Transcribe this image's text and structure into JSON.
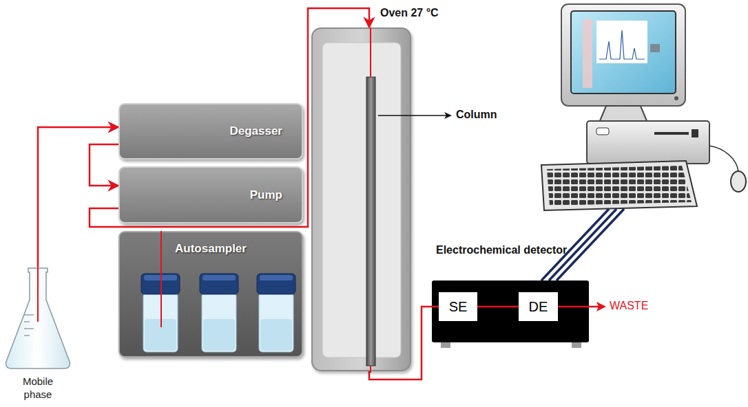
{
  "diagram": {
    "nodes": [
      {
        "text": [
          "Mobile phase"
        ]
      },
      {
        "text": [
          "Degasser"
        ]
      },
      {
        "text": [
          "Pump"
        ]
      },
      {
        "text": [
          "Autosampler"
        ]
      },
      {
        "text": [
          "Oven 27 °C"
        ]
      },
      {
        "text": [
          "Electrochemical detector"
        ]
      },
      {
        "text": [
          "SE"
        ],
        "in": 5
      },
      {
        "text": [
          "DE"
        ],
        "in": 5
      }
    ],
    "edges": [
      {
        "from": 0,
        "to": 1,
        "arrow": "to"
      },
      {
        "from": 1,
        "to": 2,
        "arrow": "to"
      },
      {
        "from": 2,
        "to": 4,
        "arrow": "to"
      },
      {
        "from": 4,
        "to": 6,
        "arrow": "none"
      },
      {
        "from": 6,
        "to": 7,
        "arrow": "none"
      }
    ],
    "labels": [
      "Column",
      "WASTE"
    ]
  }
}
